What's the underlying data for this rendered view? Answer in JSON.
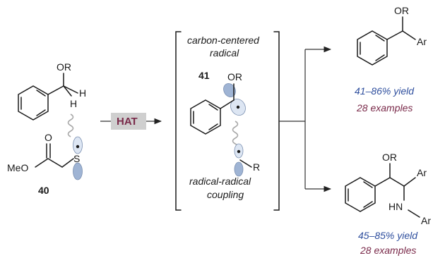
{
  "colors": {
    "accent_maroon": "#7a2a4a",
    "accent_blue": "#2f4f9e",
    "hat_box": "#cfcfcf",
    "orbital_light": "#dde6f3",
    "orbital_dark": "#9fb4d4"
  },
  "reactant": {
    "OR": "OR",
    "H1": "H",
    "H2": "H",
    "MeO": "MeO",
    "O": "O",
    "S": "S",
    "label": "40"
  },
  "step": {
    "label": "HAT"
  },
  "intermediate": {
    "title_line1": "carbon-centered",
    "title_line2": "radical",
    "label": "41",
    "OR": "OR",
    "R": "R",
    "caption_line1": "radical-radical",
    "caption_line2": "coupling"
  },
  "product_top": {
    "OR": "OR",
    "Ar": "Ar",
    "yield": "41–86% yield",
    "examples": "28 examples"
  },
  "product_bottom": {
    "OR": "OR",
    "Ar1": "Ar",
    "HN": "HN",
    "Ar2": "Ar",
    "yield": "45–85% yield",
    "examples": "28 examples"
  }
}
